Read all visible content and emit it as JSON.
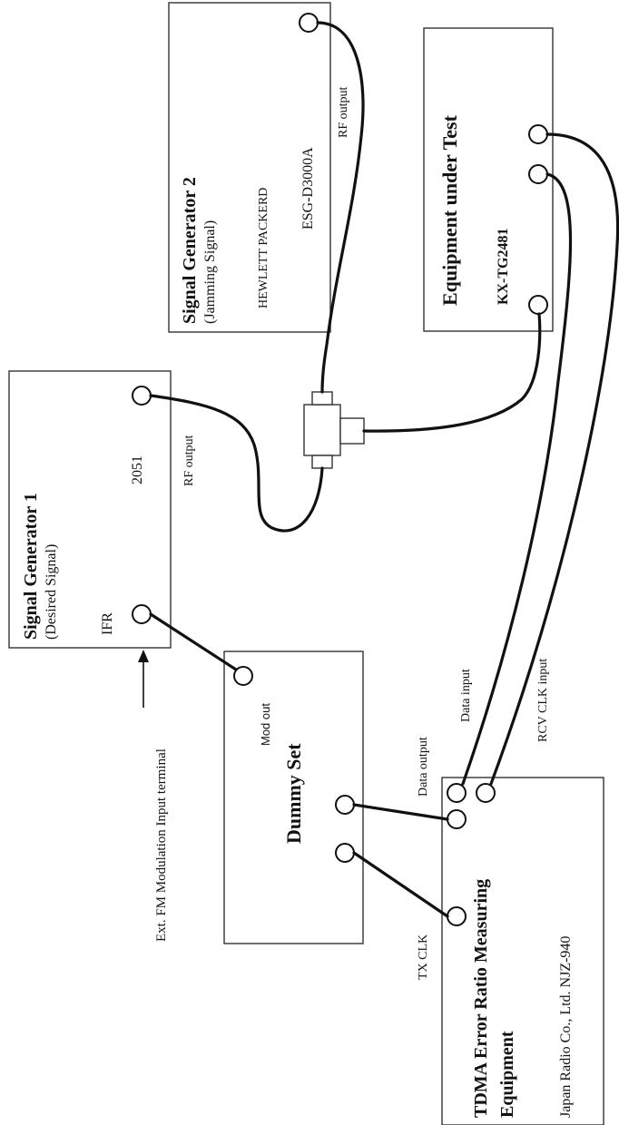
{
  "signal_generator_2": {
    "title": "Signal Generator 2",
    "subtitle": "(Jamming Signal)",
    "maker": "HEWLETT PACKERD",
    "model": "ESG-D3000A",
    "port_label": "RF output"
  },
  "equipment_under_test": {
    "title": "Equipment under Test",
    "model": "KX-TG2481"
  },
  "signal_generator_1": {
    "title": "Signal Generator 1",
    "subtitle": "(Desired Signal)",
    "maker": "IFR",
    "model": "2051",
    "port_label": "RF output"
  },
  "ext_fm_label": "Ext. FM Modulation Input terminal",
  "dummy_set": {
    "title": "Dummy Set",
    "mod_out_label": "Mod out"
  },
  "tdma_equipment": {
    "title_line1": "TDMA Error Ratio Measuring",
    "title_line2": "Equipment",
    "maker_model": "Japan Radio Co., Ltd.   NJZ-940"
  },
  "labels": {
    "data_output": "Data output",
    "data_input": "Data input",
    "rcv_clk_input": "RCV CLK input",
    "tx_clk": "TX CLK"
  }
}
